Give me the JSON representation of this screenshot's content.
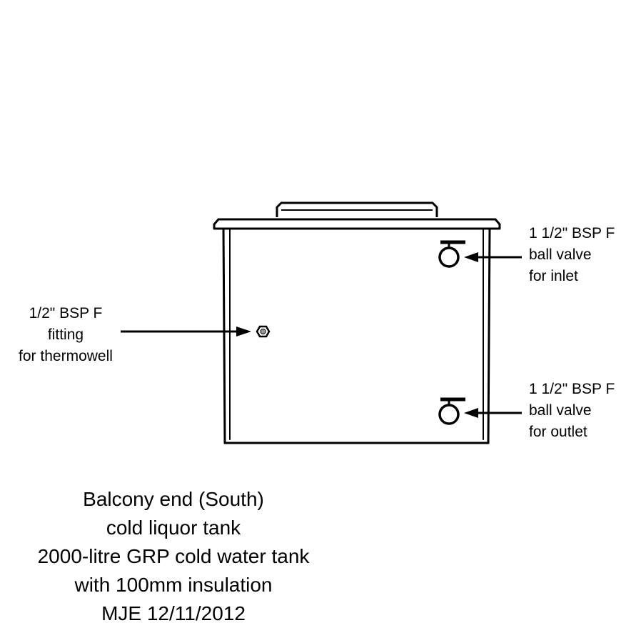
{
  "callouts": {
    "inlet": [
      "1 1/2\" BSP F",
      "ball valve",
      "for inlet"
    ],
    "thermowell": [
      "1/2\" BSP F",
      "fitting",
      "for thermowell"
    ],
    "outlet": [
      "1 1/2\" BSP F",
      "ball valve",
      "for outlet"
    ]
  },
  "caption": [
    "Balcony end (South)",
    "cold liquor tank",
    "2000-litre GRP cold water tank",
    "with 100mm insulation",
    "MJE 12/11/2012"
  ]
}
